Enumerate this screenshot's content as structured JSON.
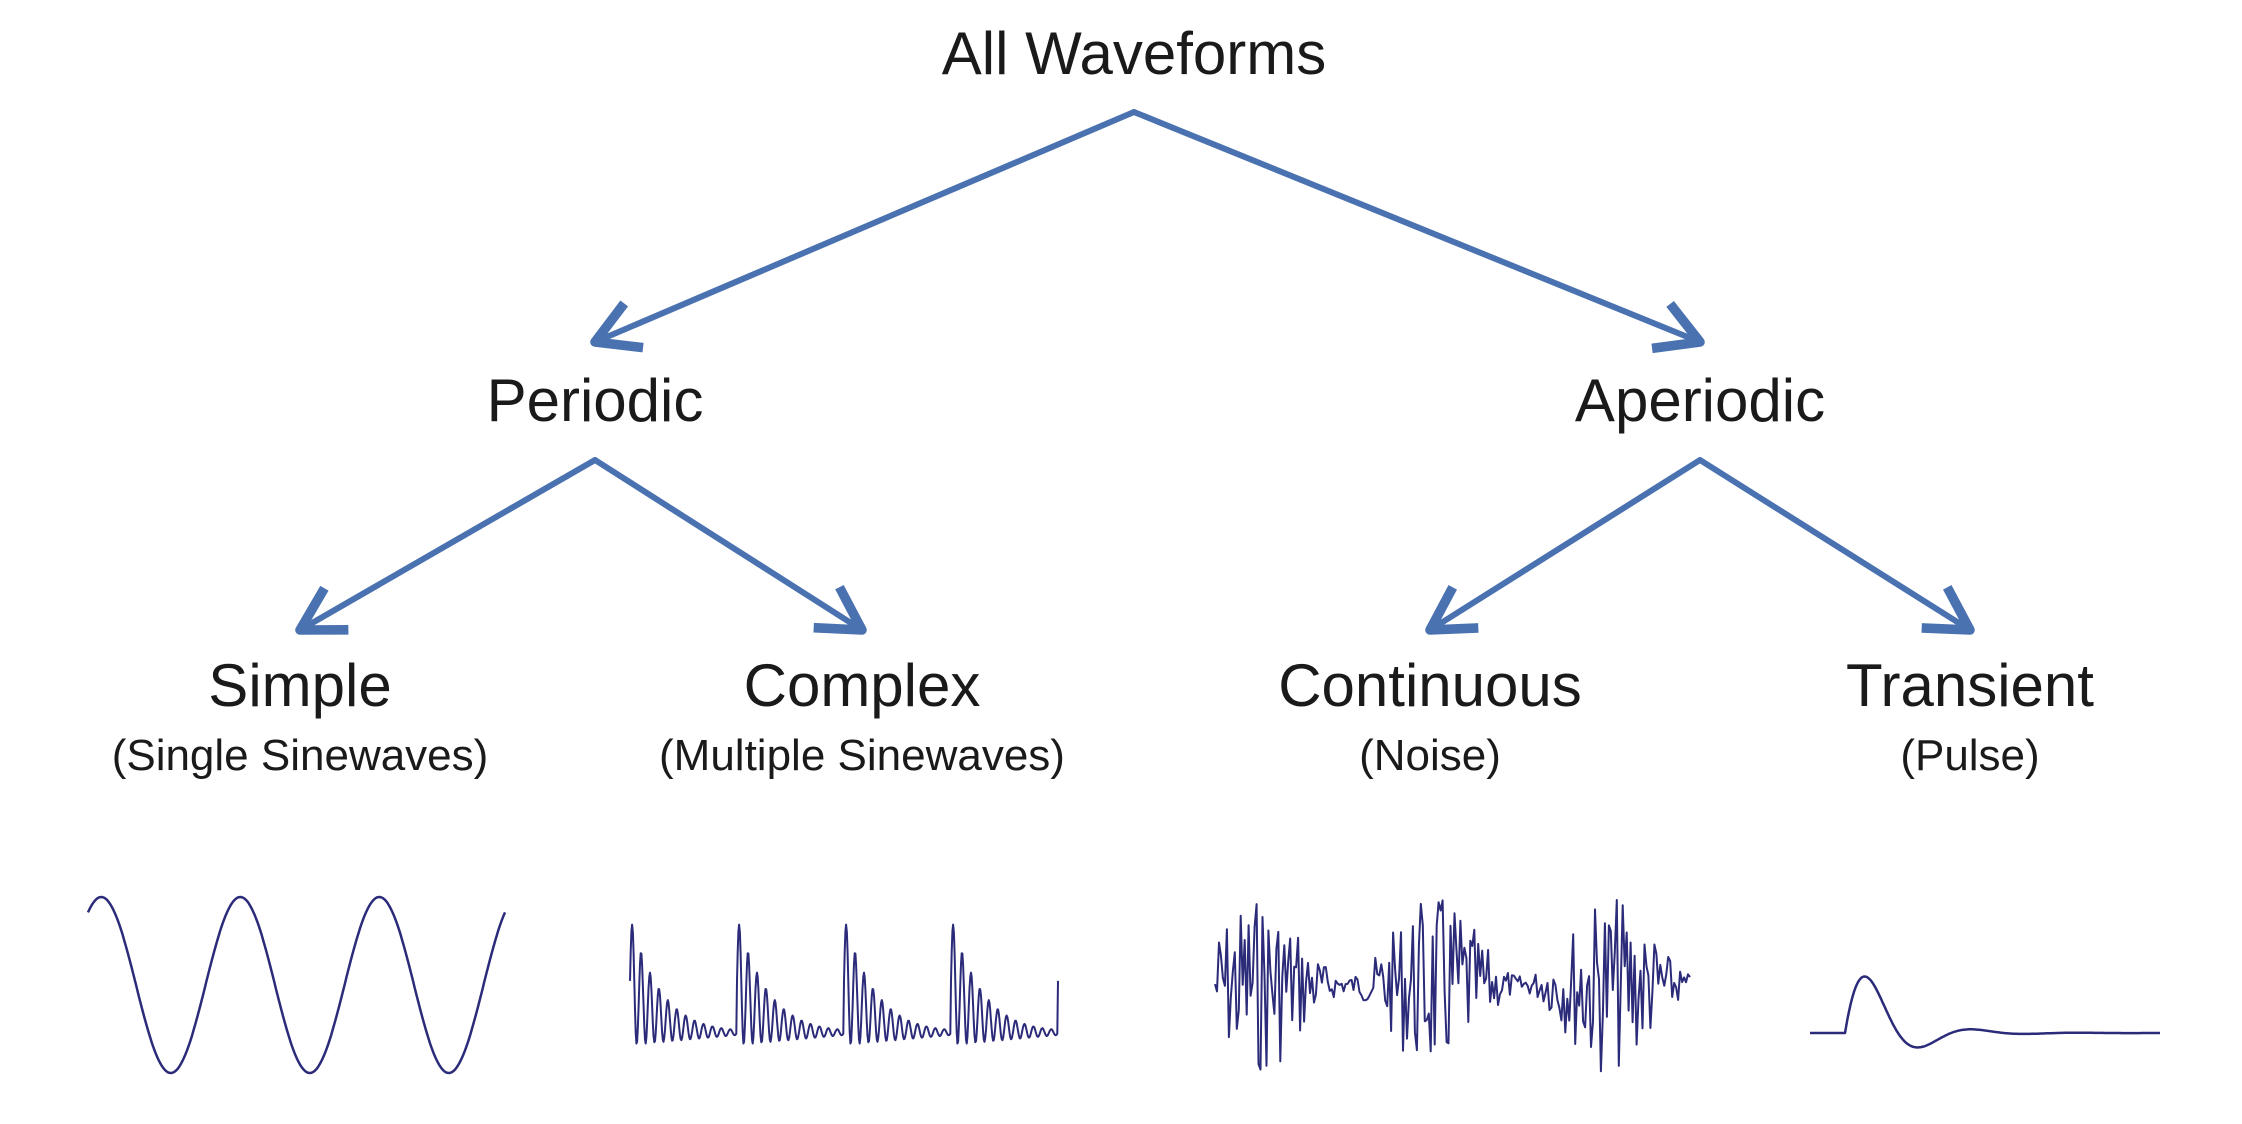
{
  "nodes": {
    "root": {
      "label": "All Waveforms"
    },
    "periodic": {
      "label": "Periodic"
    },
    "aperiodic": {
      "label": "Aperiodic"
    },
    "simple": {
      "label": "Simple",
      "sub": "(Single Sinewaves)"
    },
    "complex": {
      "label": "Complex",
      "sub": "(Multiple Sinewaves)"
    },
    "continuous": {
      "label": "Continuous",
      "sub": "(Noise)"
    },
    "transient": {
      "label": "Transient",
      "sub": "(Pulse)"
    }
  },
  "edges": [
    {
      "from": "root",
      "to": "periodic"
    },
    {
      "from": "root",
      "to": "aperiodic"
    },
    {
      "from": "periodic",
      "to": "simple"
    },
    {
      "from": "periodic",
      "to": "complex"
    },
    {
      "from": "aperiodic",
      "to": "continuous"
    },
    {
      "from": "aperiodic",
      "to": "transient"
    }
  ],
  "waveforms": [
    {
      "kind": "sine",
      "under": "simple"
    },
    {
      "kind": "sawtooth-burst",
      "under": "complex"
    },
    {
      "kind": "noise",
      "under": "continuous"
    },
    {
      "kind": "damped-pulse",
      "under": "transient"
    }
  ],
  "colors": {
    "arrow": "#4a72b0",
    "wave": "#2b2b7a",
    "text": "#1a1a1a"
  }
}
